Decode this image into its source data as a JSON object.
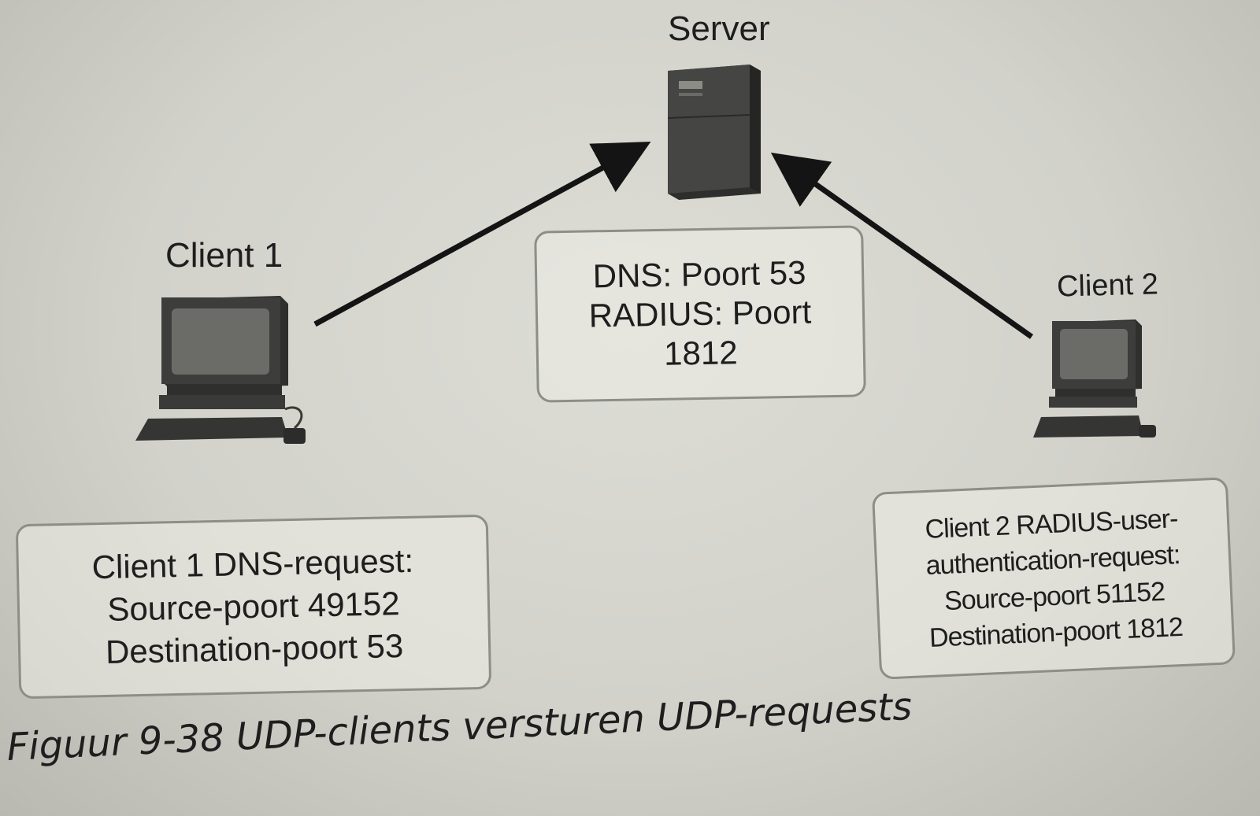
{
  "server": {
    "label": "Server"
  },
  "client1": {
    "label": "Client 1"
  },
  "client2": {
    "label": "Client 2"
  },
  "server_box": {
    "lines": [
      "DNS: Poort 53",
      "RADIUS: Poort",
      "1812"
    ]
  },
  "client1_box": {
    "lines": [
      "Client 1 DNS-request:",
      "Source-poort 49152",
      "Destination-poort 53"
    ]
  },
  "client2_box": {
    "lines": [
      "Client 2 RADIUS-user-",
      "authentication-request:",
      "Source-poort 51152",
      "Destination-poort 1812"
    ]
  },
  "caption": "Figuur 9-38  UDP-clients versturen UDP-requests",
  "colors": {
    "arrow": "#141414",
    "device": "#3a3a38",
    "border": "#8e8e88"
  }
}
